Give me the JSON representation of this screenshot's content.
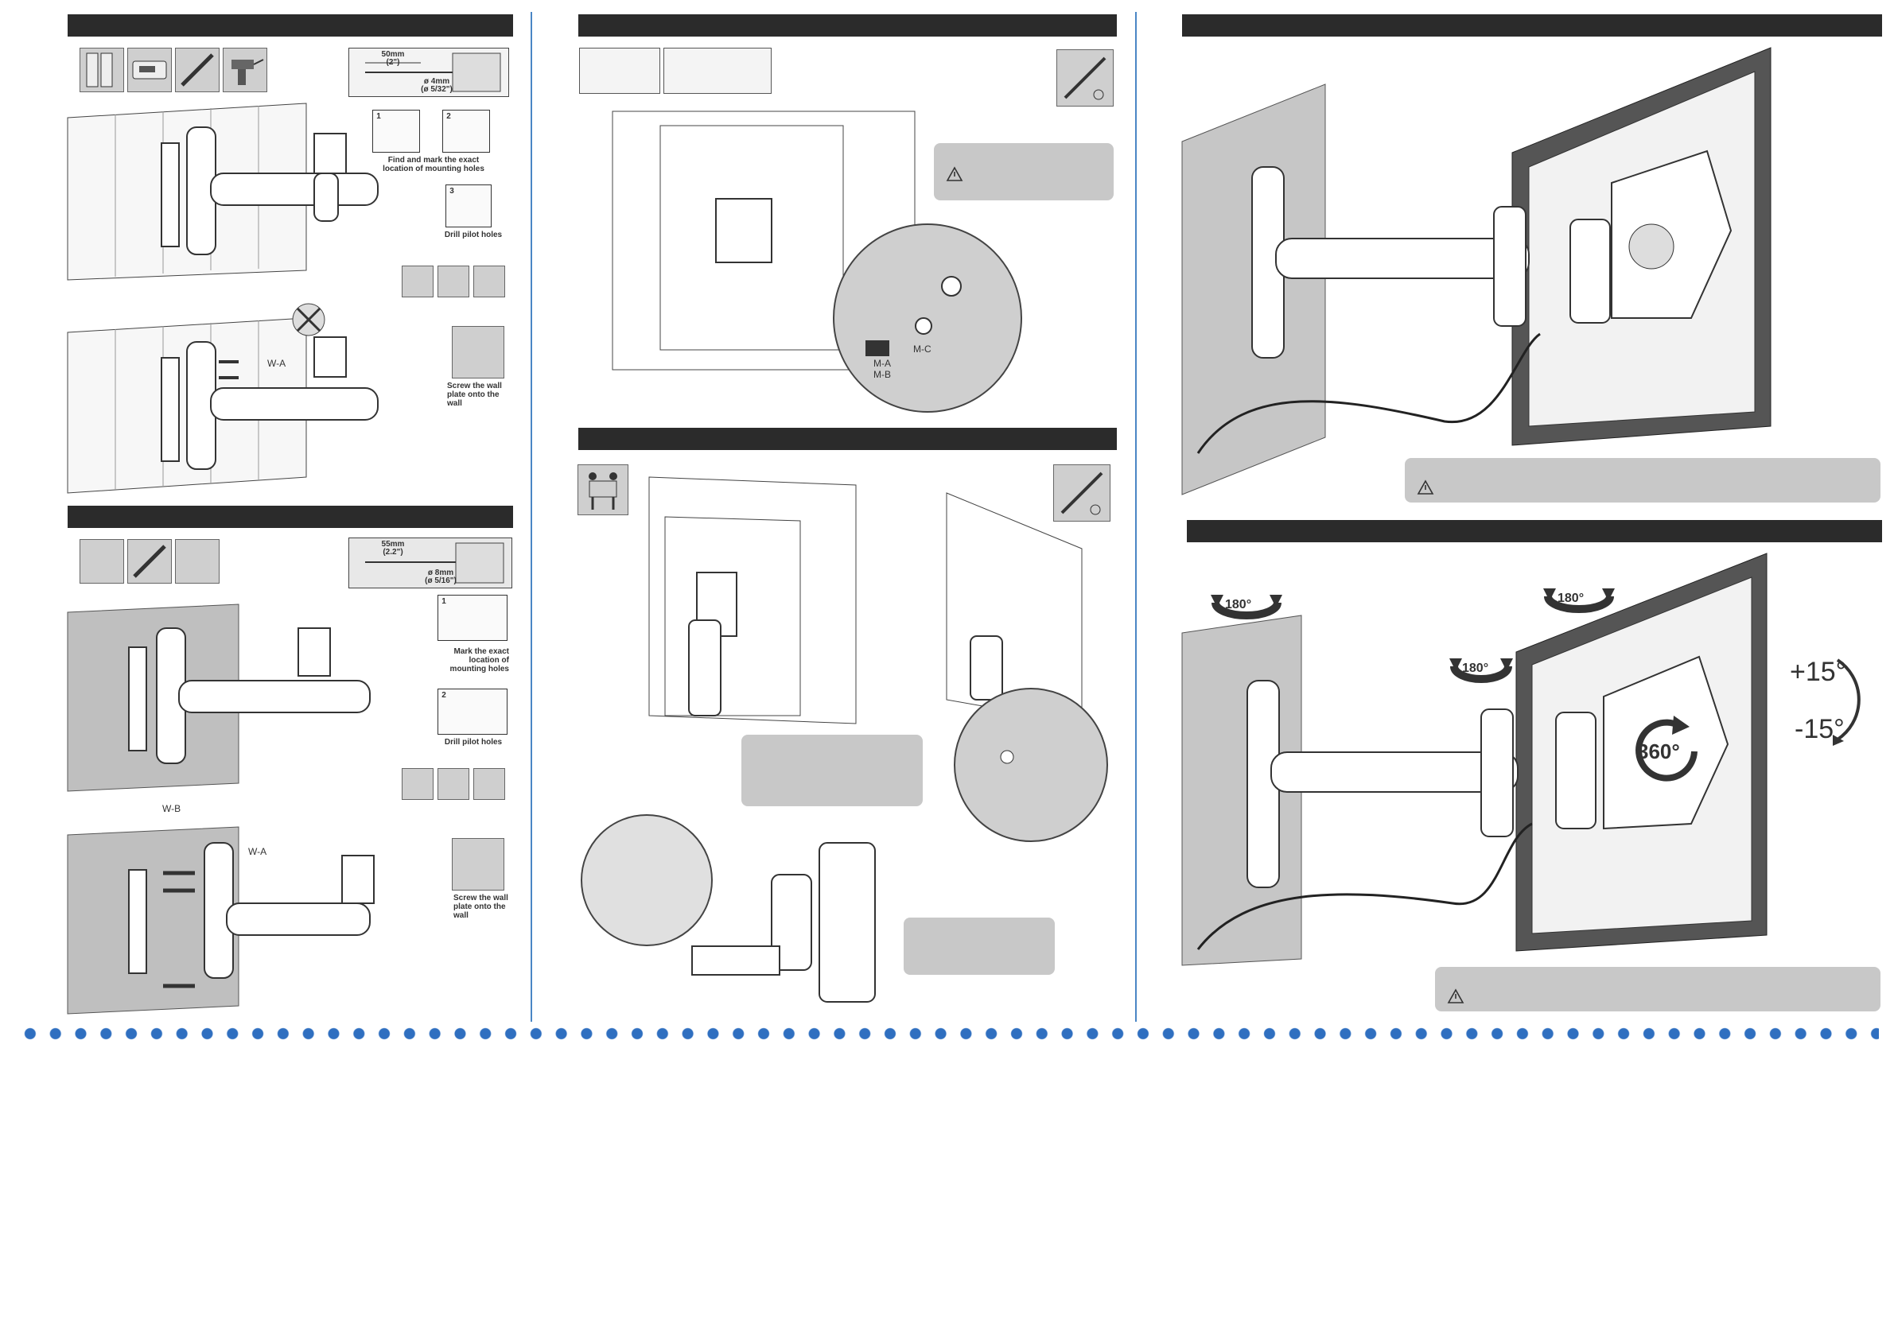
{
  "panel1": {
    "drill_spec": {
      "size": "50mm",
      "inch": "(2\")",
      "bit": "ø 4mm",
      "bit_inch": "(ø 5/32\")"
    },
    "step1_num": "1",
    "step2_num": "2",
    "step3_num": "3",
    "find_mark_text": "Find and mark the exact location of mounting holes",
    "drill_text": "Drill pilot holes",
    "screw_text": "Screw the wall plate onto the wall",
    "label_wa": "W-A"
  },
  "panel2": {
    "drill_spec": {
      "size": "55mm",
      "inch": "(2.2\")",
      "bit": "ø 8mm",
      "bit_inch": "(ø 5/16\")"
    },
    "step1_num": "1",
    "step2_num": "2",
    "mark_text": "Mark the exact location of mounting holes",
    "drill_text": "Drill pilot holes",
    "screw_text": "Screw the wall plate onto the wall",
    "label_wb": "W-B",
    "label_wa": "W-A"
  },
  "panel3": {
    "label_ma": "M-A",
    "label_mb": "M-B",
    "label_mc": "M-C"
  },
  "panel6": {
    "rot_180_a": "180°",
    "rot_180_b": "180°",
    "rot_180_c": "180°",
    "rot_360": "360°",
    "tilt_up": "+15°",
    "tilt_down": "-15°"
  },
  "colors": {
    "header_bar": "#2b2b2b",
    "divider": "#4a86c5",
    "dots": "#2f6fc0",
    "note_box": "#c8c8c8"
  },
  "icons": [
    "level-icon",
    "stud-finder-icon",
    "pencil-icon",
    "drill-icon",
    "screwdriver-icon",
    "two-people-icon",
    "warning-icon"
  ]
}
